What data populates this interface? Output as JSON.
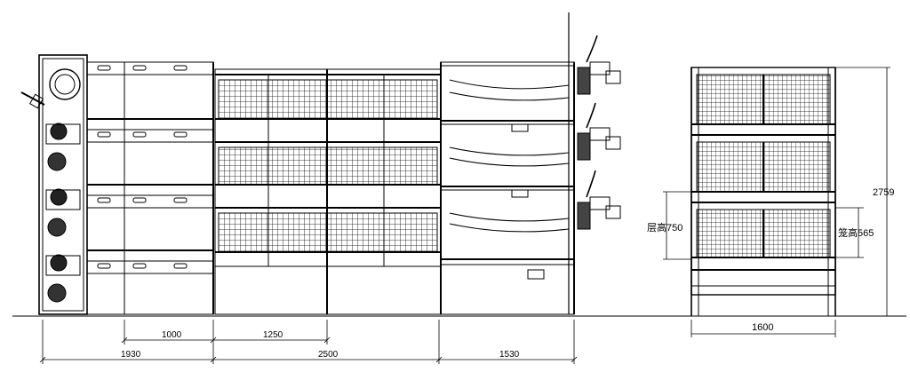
{
  "side_view_dimensions": {
    "d1000": "1000",
    "d1250": "1250",
    "d1930": "1930",
    "d2500": "2500",
    "d1530": "1530"
  },
  "front_view_dimensions": {
    "width": "1600",
    "height": "2759",
    "tier_height": "层高750",
    "cage_height": "笼高565"
  }
}
